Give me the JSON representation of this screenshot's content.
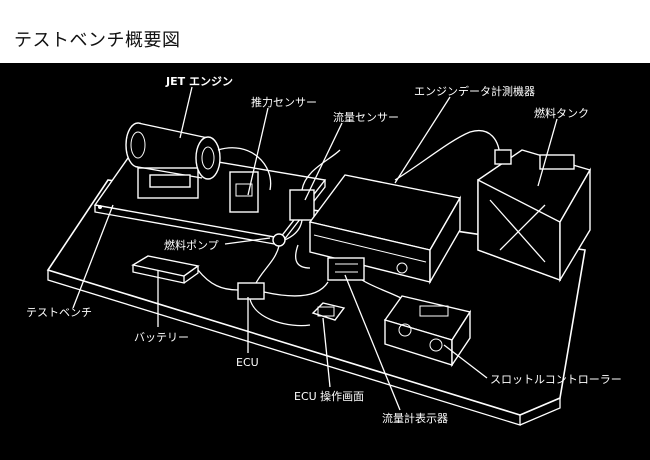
{
  "title": "テストベンチ概要図",
  "labels": {
    "jet_engine": "JET エンジン",
    "thrust_sensor": "推力センサー",
    "flow_sensor": "流量センサー",
    "engine_data_meter": "エンジンデータ計測機器",
    "fuel_tank": "燃料タンク",
    "fuel_pump": "燃料ポンプ",
    "test_bench": "テストベンチ",
    "battery": "バッテリー",
    "ecu": "ECU",
    "ecu_screen": "ECU 操作画面",
    "throttle_controller": "スロットルコントローラー",
    "flow_display": "流量計表示器"
  },
  "colors": {
    "background": "#000000",
    "line": "#ffffff",
    "page": "#ffffff"
  }
}
